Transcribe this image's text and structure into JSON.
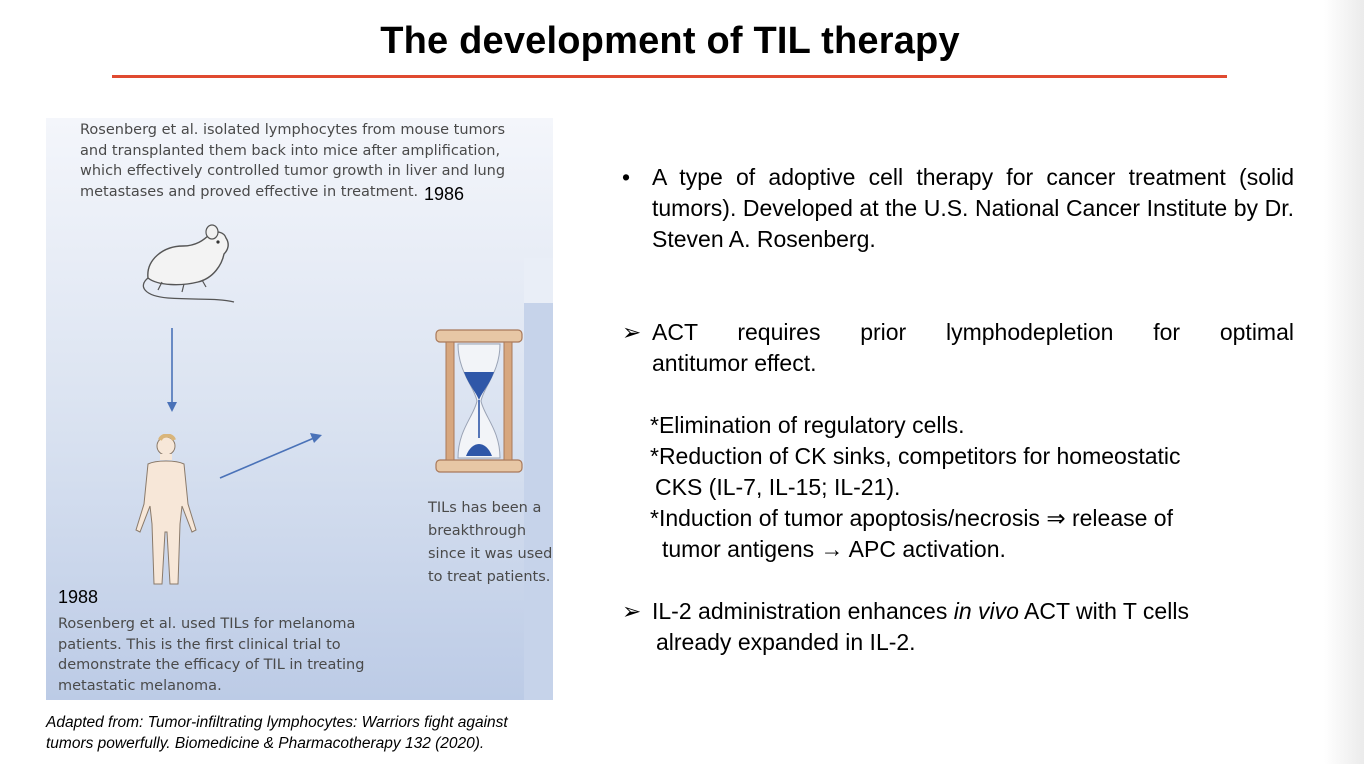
{
  "slide": {
    "title": "The development of TIL therapy"
  },
  "figure": {
    "text_1986": "Rosenberg et al. isolated lymphocytes from mouse tumors and transplanted them back into mice after amplification, which effectively controlled tumor growth in liver and lung metastases and proved effective in treatment.",
    "year_1986": "1986",
    "year_1988": "1988",
    "text_1988": "Rosenberg et al. used TILs for melanoma patients. This is the first clinical trial to demonstrate the efficacy of TIL in treating metastatic melanoma.",
    "text_breakthrough": "TILs has been a breakthrough since it was used to treat patients.",
    "icons": [
      "mouse-icon",
      "down-arrow-icon",
      "human-figure-icon",
      "diagonal-arrow-icon",
      "hourglass-icon"
    ],
    "colors": {
      "arrow": "#4a72b8",
      "hourglass_sand": "#2f57a8",
      "hourglass_frame": "#c8926a"
    }
  },
  "caption": {
    "line1": "Adapted from: Tumor-infiltrating lymphocytes: Warriors fight against",
    "line2": "tumors powerfully. Biomedicine & Pharmacotherapy 132 (2020)."
  },
  "content": {
    "bullet1_marker": "•",
    "bullet1": "A type of adoptive cell therapy for cancer treatment (solid tumors). Developed at the U.S. National Cancer Institute by Dr. Steven A. Rosenberg.",
    "bullet2_marker": "➢",
    "bullet2_line1": "ACT requires prior lymphodepletion for optimal",
    "bullet2_line2": "antitumor effect.",
    "sub1": "*Elimination of regulatory cells.",
    "sub2_line1": "*Reduction of CK sinks, competitors for homeostatic",
    "sub2_line2": "CKS (IL-7, IL-15; IL-21).",
    "sub3_line1": "*Induction of tumor apoptosis/necrosis ⇒ release of",
    "sub3_line2": "tumor antigens → APC activation.",
    "bullet3_marker": "➢",
    "bullet3_pre": "IL-2 administration enhances ",
    "bullet3_italic": "in vivo",
    "bullet3_post": " ACT with T cells",
    "bullet3_line2": "already expanded in IL-2."
  },
  "colors": {
    "accent_rule": "#e04a30"
  }
}
